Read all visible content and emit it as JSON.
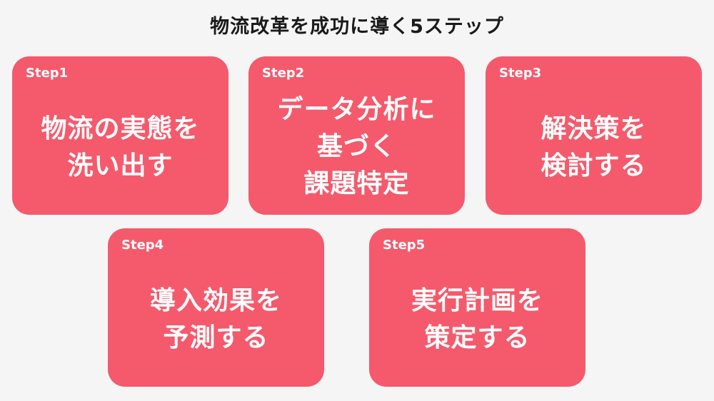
{
  "title": "物流改革を成功に導く5ステップ",
  "steps": [
    {
      "label": "Step1",
      "lines": [
        "物流の実態を",
        "洗い出す"
      ]
    },
    {
      "label": "Step2",
      "lines": [
        "データ分析に",
        "基づく",
        "課題特定"
      ]
    },
    {
      "label": "Step3",
      "lines": [
        "解決策を",
        "検討する"
      ]
    },
    {
      "label": "Step4",
      "lines": [
        "導入効果を",
        "予測する"
      ]
    },
    {
      "label": "Step5",
      "lines": [
        "実行計画を",
        "策定する"
      ]
    }
  ],
  "colors": {
    "card": "#f45a6c",
    "background": "#f5f5f5",
    "title": "#1a1a1a",
    "card_text": "#ffffff"
  }
}
